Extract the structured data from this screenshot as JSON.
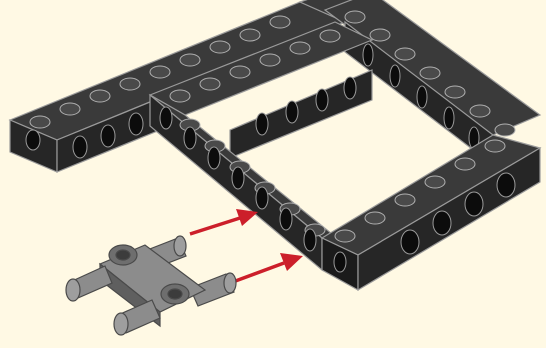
{
  "colors": {
    "background": "#fff9e4",
    "beam_top": "#3a3a3a",
    "beam_front": "#262626",
    "beam_side": "#1b1b1b",
    "edge": "#9a9a9a",
    "stud": "#4a4a4a",
    "hole": "#0c0c0c",
    "connector": "#8c8c8c",
    "connector_dark": "#5f5f5f",
    "arrow": "#cc1f2a"
  },
  "illustration": {
    "frame_name": "dark-gray-technic-frame",
    "connector_name": "gray-technic-connector",
    "arrow_count": 2
  }
}
